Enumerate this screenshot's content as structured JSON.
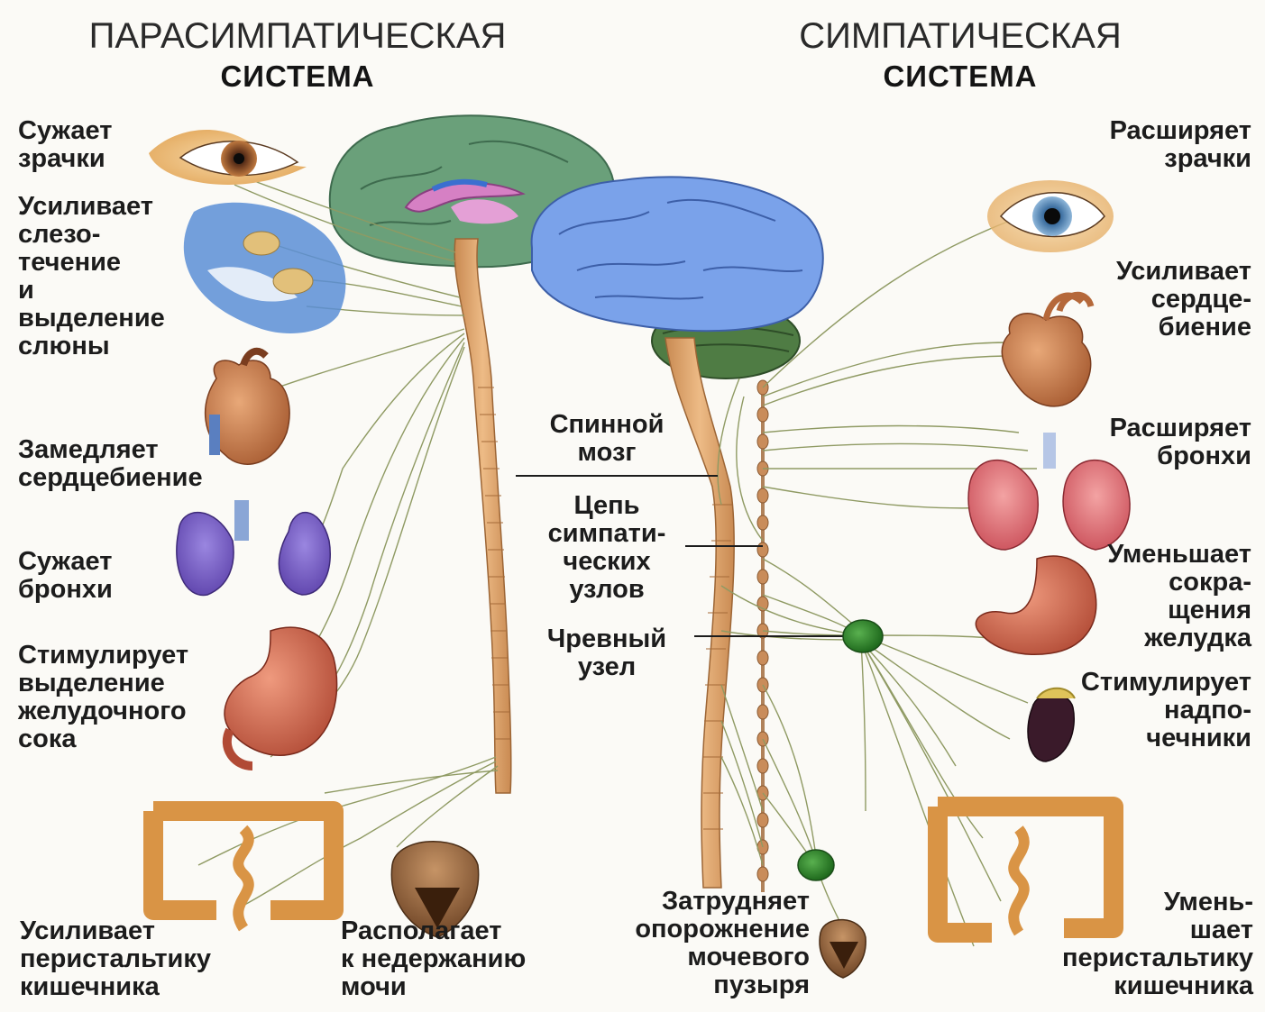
{
  "headers": {
    "left_title": "ПАРАСИМПАТИЧЕСКАЯ",
    "left_subtitle": "СИСТЕМА",
    "right_title": "СИМПАТИЧЕСКАЯ",
    "right_subtitle": "СИСТЕМА"
  },
  "parasympathetic": {
    "pupils": "Сужает\nзрачки",
    "salivation": "Усиливает\nслезо-\nтечение\nи\nвыделение\nслюны",
    "heart": "Замедляет\nсердцебиение",
    "bronchi": "Сужает\nбронхи",
    "stomach": "Стимулирует\nвыделение\nжелудочного\nсока",
    "intestine": "Усиливает\nперистальтику\nкишечника",
    "bladder": "Располагает\nк недержанию\nмочи"
  },
  "center": {
    "spinal_cord": "Спинной\nмозг",
    "sympathetic_chain": "Цепь\nсимпати-\nческих\nузлов",
    "celiac_ganglion": "Чревный\nузел"
  },
  "sympathetic": {
    "pupils": "Расширяет\nзрачки",
    "heart": "Усиливает\nсердце-\nбиение",
    "bronchi": "Расширяет\nбронхи",
    "stomach": "Уменьшает\nсокра-\nщения\nжелудка",
    "adrenals": "Стимулирует\nнадпо-\nчечники",
    "intestine": "Умень-\nшает\nперистальтику\nкишечника",
    "bladder": "Затрудняет\nопорожнение\nмочевого\nпузыря"
  },
  "colors": {
    "nerve": "#8f9a63",
    "spinal_cord": "#d9a06a",
    "cerebrum_para": "#5f9670",
    "cerebrum_symp": "#6f97e0",
    "cerebellum": "#4d7a42",
    "ganglion": "#2f8a2c",
    "organ_heart": "#c77a4a",
    "organ_lung_para": "#7a5ec2",
    "organ_lung_symp": "#e06c72",
    "organ_stomach": "#d36d55",
    "organ_intestine": "#d99445",
    "organ_bladder": "#9a6a44"
  }
}
